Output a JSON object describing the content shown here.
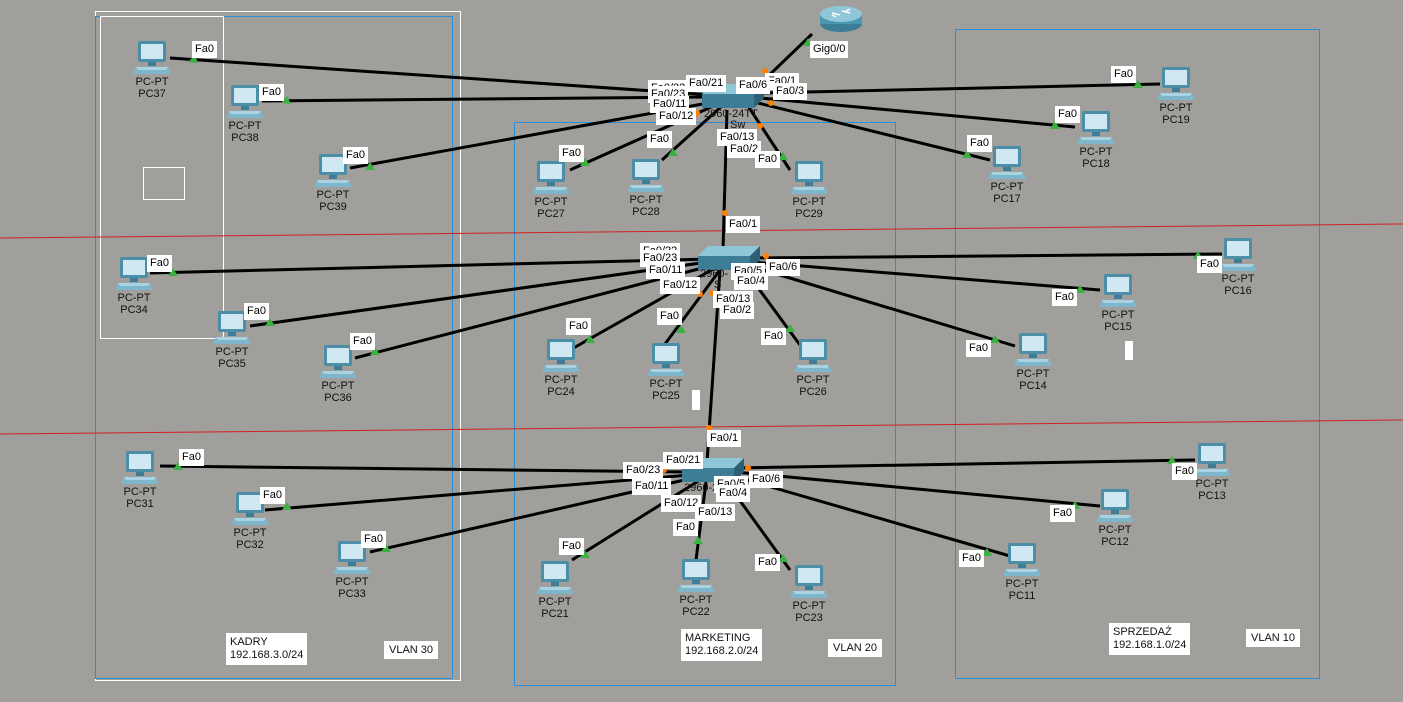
{
  "areas": [
    {
      "name": "KADRY",
      "subnet": "192.168.3.0/24",
      "vlan": "VLAN 30"
    },
    {
      "name": "MARKETING",
      "subnet": "192.168.2.0/24",
      "vlan": "VLAN 20"
    },
    {
      "name": "SPRZEDAŻ",
      "subnet": "192.168.1.0/24",
      "vlan": "VLAN 10"
    }
  ],
  "router": {
    "label": "",
    "port": "Gig0/0"
  },
  "switches": [
    {
      "model": "2960-24TT",
      "short": "Sw"
    },
    {
      "model": "2960-",
      "short": "S"
    },
    {
      "model": "2960-2",
      "short": ""
    }
  ],
  "pc_type": "PC-PT",
  "pcs": [
    "PC37",
    "PC38",
    "PC39",
    "PC34",
    "PC35",
    "PC36",
    "PC31",
    "PC32",
    "PC33",
    "PC27",
    "PC28",
    "PC29",
    "PC24",
    "PC25",
    "PC26",
    "PC21",
    "PC22",
    "PC23",
    "PC19",
    "PC18",
    "PC17",
    "PC16",
    "PC15",
    "PC14",
    "PC13",
    "PC12",
    "PC11"
  ],
  "ports": {
    "fa0": "Fa0",
    "fa0_1": "Fa0/1",
    "fa0_2": "Fa0/2",
    "fa0_3": "Fa0/3",
    "fa0_4": "Fa0/4",
    "fa0_5": "Fa0/5",
    "fa0_6": "Fa0/6",
    "fa0_11": "Fa0/11",
    "fa0_12": "Fa0/12",
    "fa0_13": "Fa0/13",
    "fa0_21": "Fa0/21",
    "fa0_22": "Fa0/22",
    "fa0_23": "Fa0/23"
  },
  "colors": {
    "background": "#a19f9c",
    "link": "#000000",
    "area_border": "#2a8fd6",
    "separator": "#d42020",
    "link_up": "#3cb043",
    "link_trunk": "#ff7f00"
  }
}
